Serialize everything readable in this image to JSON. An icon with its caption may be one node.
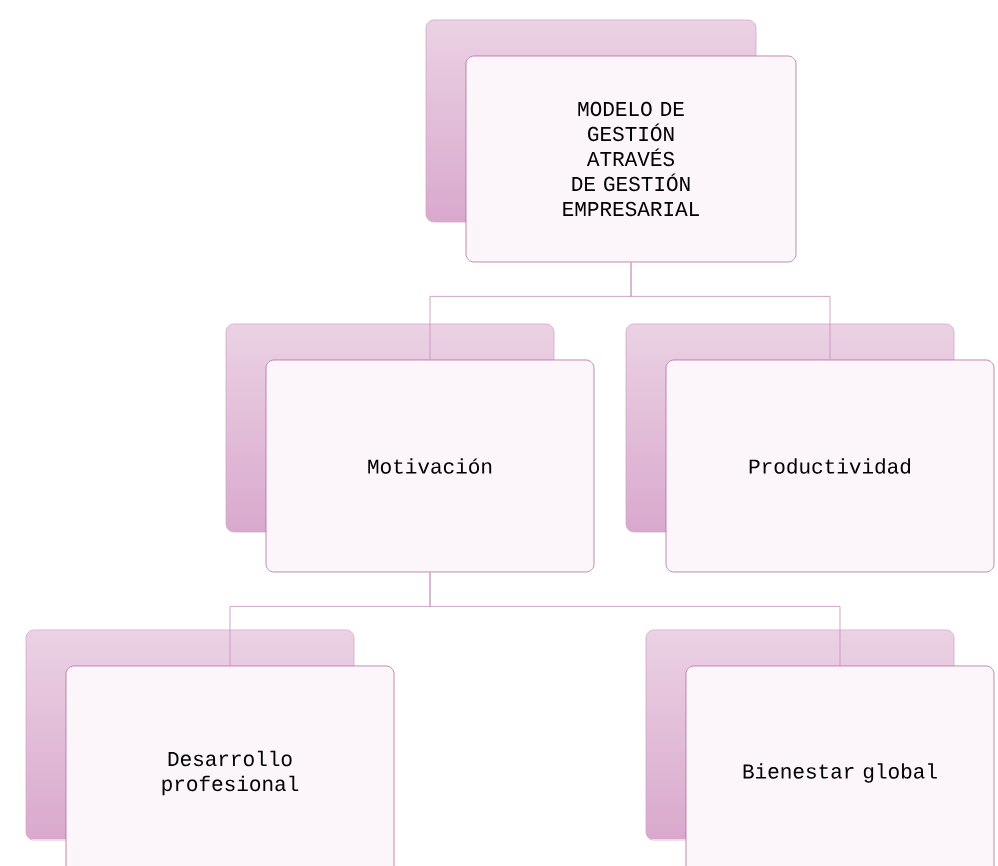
{
  "diagram": {
    "nodes": [
      {
        "text": [
          "MODELO DE GESTIÓN ATRAVÉS DE GESTIÓN EMPRESARIAL"
        ]
      },
      {
        "text": [
          "Motivación"
        ]
      },
      {
        "text": [
          "Productividad"
        ]
      },
      {
        "text": [
          "Desarrollo profesional"
        ]
      },
      {
        "text": [
          "Bienestar global"
        ]
      }
    ],
    "edges": [
      {
        "from": 0,
        "to": 1,
        "arrow": "none"
      },
      {
        "from": 0,
        "to": 2,
        "arrow": "none"
      },
      {
        "from": 1,
        "to": 3,
        "arrow": "none"
      },
      {
        "from": 1,
        "to": 4,
        "arrow": "none"
      }
    ]
  }
}
